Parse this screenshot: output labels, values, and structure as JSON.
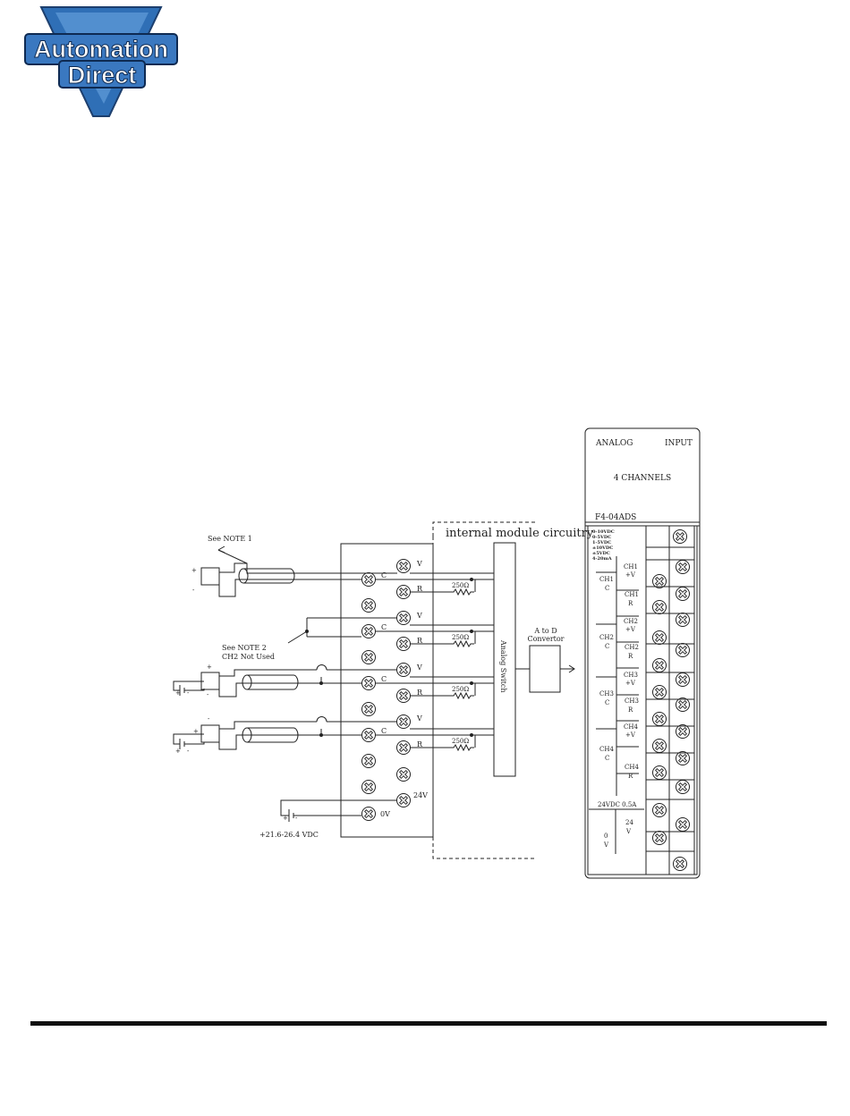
{
  "logo": {
    "line1": "Automation",
    "line2": "Direct"
  },
  "circuit": {
    "internal_label": "internal module circuitry",
    "note1": "See NOTE 1",
    "note2_line1": "See NOTE 2",
    "note2_line2": "CH2 Not Used",
    "supply_label": "+21.6-26.4 VDC",
    "resistor_label": "250Ω",
    "switch_label": "Analog Switch",
    "adc_line1": "A to D",
    "adc_line2": "Convertor",
    "terminal_v": "V",
    "terminal_c": "C",
    "terminal_r": "R",
    "terminal_24v": "24V",
    "terminal_0v": "0V",
    "plus": "+",
    "minus": "-"
  },
  "module": {
    "header_left": "ANALOG",
    "header_right": "INPUT",
    "channels": "4 CHANNELS",
    "model": "F4-04ADS",
    "ranges": [
      "0-10VDC",
      "0-5VDC",
      "1-5VDC",
      "±10VDC",
      "±5VDC",
      "4-20mA"
    ],
    "ch1_plus": "CH1",
    "ch1_plus_sub": "+V",
    "ch1_c": "CH1",
    "ch1_c_sub": "C",
    "ch1_r": "CH1",
    "ch1_r_sub": "R",
    "ch2_plus": "CH2",
    "ch2_plus_sub": "+V",
    "ch2_c": "CH2",
    "ch2_c_sub": "C",
    "ch2_r": "CH2",
    "ch2_r_sub": "R",
    "ch3_plus": "CH3",
    "ch3_plus_sub": "+V",
    "ch3_c": "CH3",
    "ch3_c_sub": "C",
    "ch3_r": "CH3",
    "ch3_r_sub": "R",
    "ch4_plus": "CH4",
    "ch4_plus_sub": "+V",
    "ch4_c": "CH4",
    "ch4_c_sub": "C",
    "ch4_r": "CH4",
    "ch4_r_sub": "R",
    "power": "24VDC 0.5A",
    "p24": "24",
    "p24_sub": "V",
    "p0": "0",
    "p0_sub": "V"
  },
  "colors": {
    "logo_blue": "#2f6fb6",
    "logo_light": "#8fc0ec",
    "ink": "#222222"
  }
}
